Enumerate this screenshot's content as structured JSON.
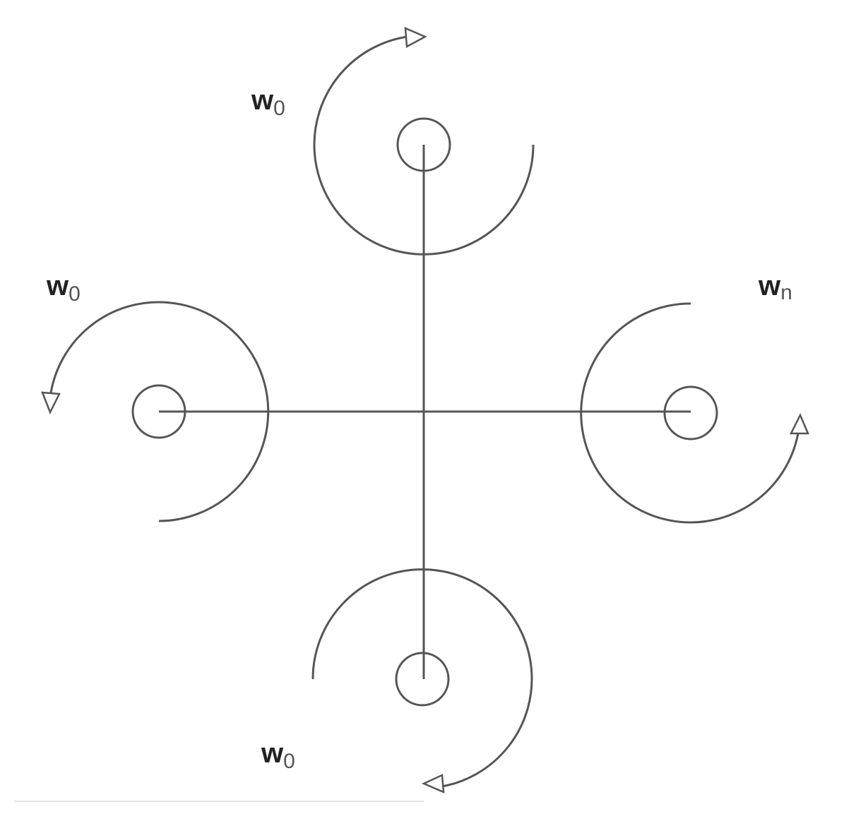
{
  "labels": {
    "top": {
      "main": "w",
      "sub": "0"
    },
    "left": {
      "main": "w",
      "sub": "0"
    },
    "right": {
      "main": "w",
      "sub": "n"
    },
    "bottom": {
      "main": "w",
      "sub": "0"
    }
  },
  "colors": {
    "stroke": "#555555",
    "text": "#222222"
  }
}
